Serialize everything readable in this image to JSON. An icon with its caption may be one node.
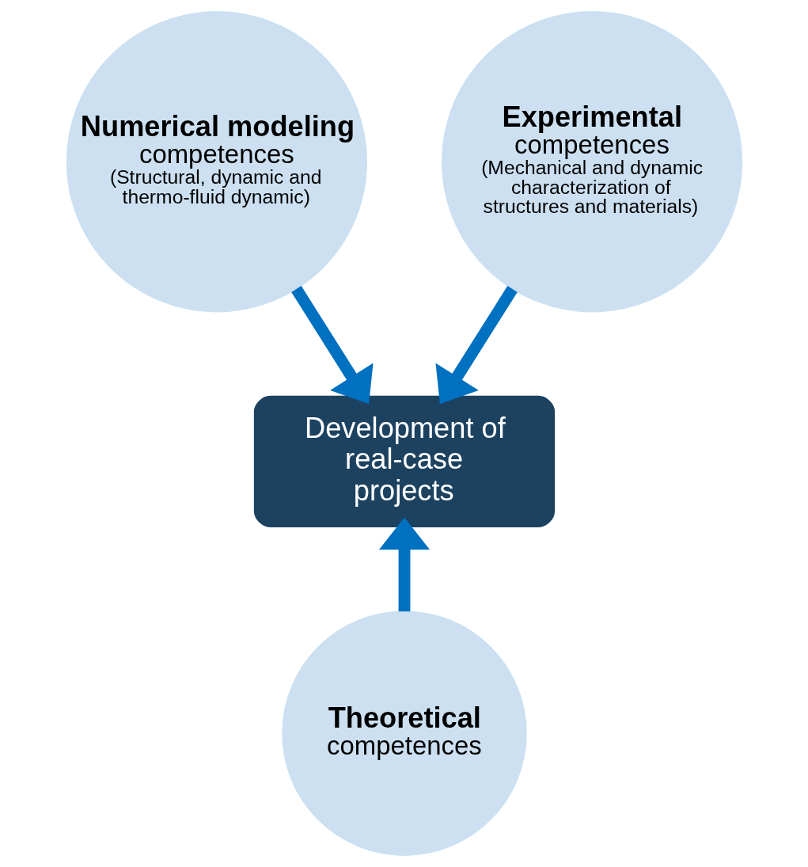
{
  "diagram": {
    "nodes": [
      {
        "text": [
          "Numerical modeling",
          "competences",
          "(Structural, dynamic and thermo-fluid dynamic)"
        ]
      },
      {
        "text": [
          "Experimental",
          "competences",
          "(Mechanical and dynamic characterization of structures and materials)"
        ]
      },
      {
        "text": [
          "Development of real-case projects"
        ]
      },
      {
        "text": [
          "Theoretical",
          "competences"
        ]
      }
    ],
    "edges": [
      {
        "from": 0,
        "to": 2,
        "arrow": "to"
      },
      {
        "from": 1,
        "to": 2,
        "arrow": "to"
      },
      {
        "from": 3,
        "to": 2,
        "arrow": "to"
      }
    ]
  }
}
